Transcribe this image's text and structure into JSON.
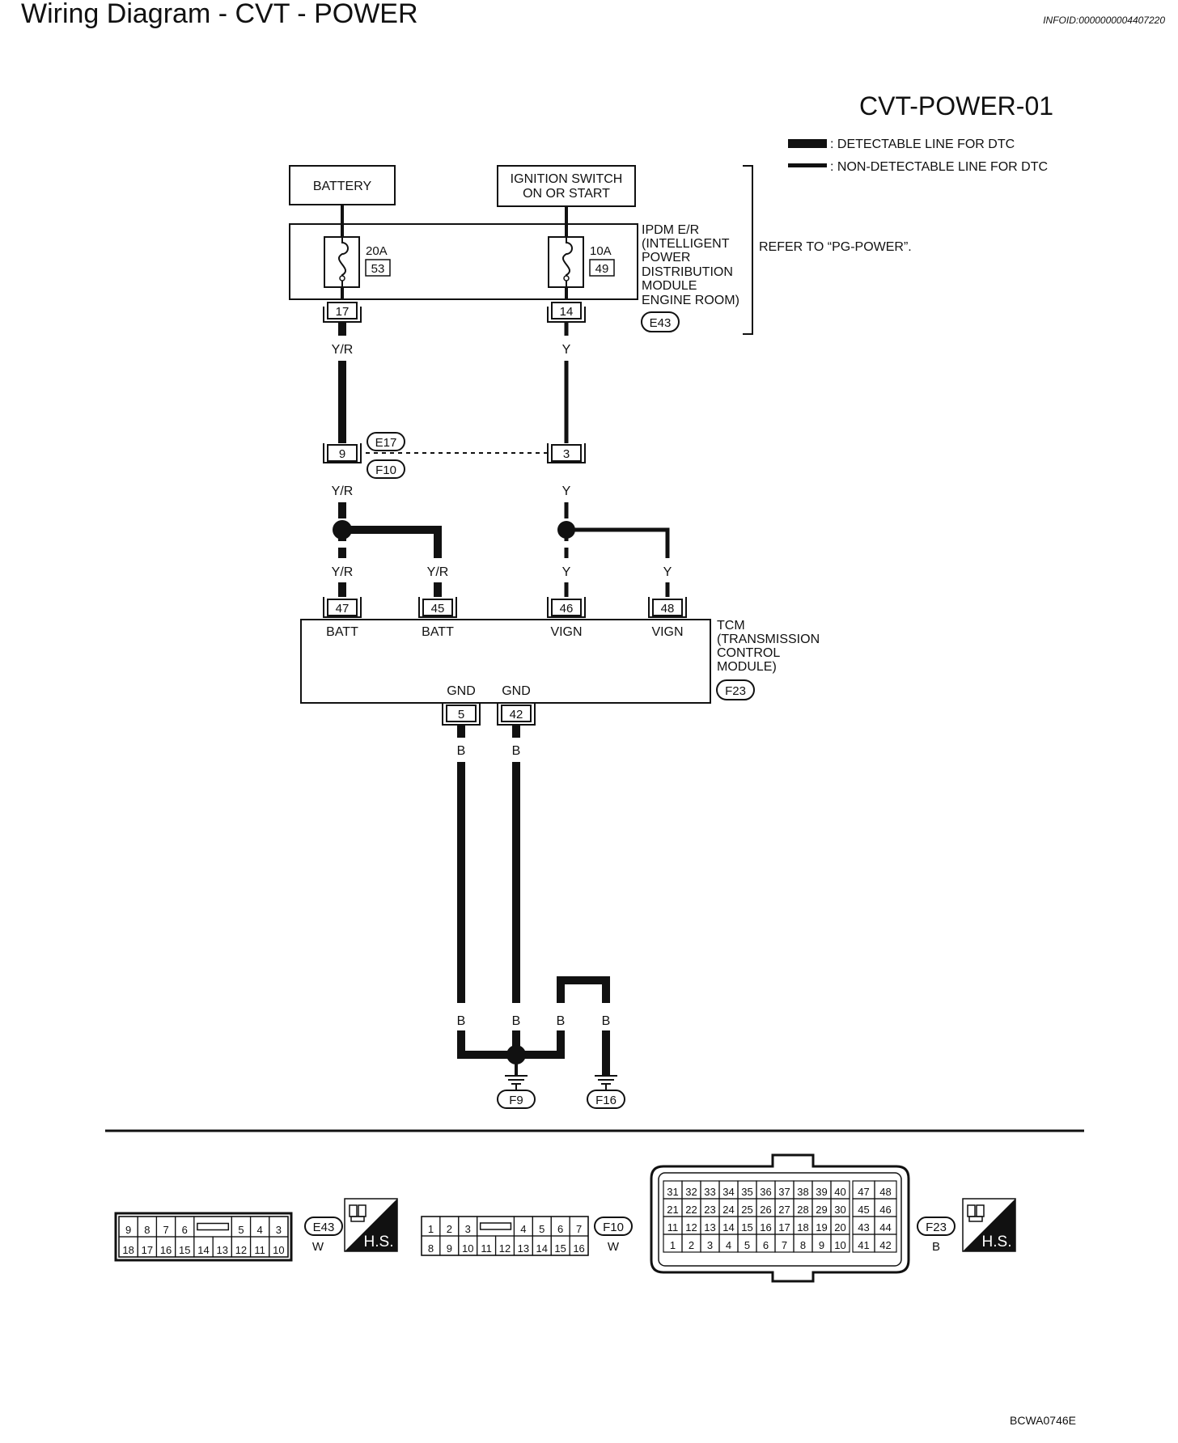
{
  "header": {
    "title": "Wiring Diagram - CVT - POWER",
    "info_id": "INFOID:0000000004407220"
  },
  "diagram": {
    "code": "CVT-POWER-01",
    "legend": {
      "detectable": ": DETECTABLE LINE FOR DTC",
      "non_detectable": ": NON-DETECTABLE LINE FOR DTC"
    },
    "battery": "BATTERY",
    "ignition": [
      "IGNITION SWITCH",
      "ON OR START"
    ],
    "fuse1": {
      "amp": "20A",
      "num": "53"
    },
    "fuse2": {
      "amp": "10A",
      "num": "49"
    },
    "ipdm_label": [
      "IPDM E/R",
      "(INTELLIGENT",
      "POWER",
      "DISTRIBUTION",
      "MODULE",
      "ENGINE ROOM)"
    ],
    "refer": "REFER TO “PG-POWER”.",
    "ipdm_conn": "E43",
    "ipdm_pins": [
      "17",
      "14"
    ],
    "wires": {
      "yr": "Y/R",
      "y": "Y",
      "b": "B"
    },
    "mid_pins": [
      "9",
      "3"
    ],
    "mid_conn": [
      "E17",
      "F10"
    ],
    "tcm_pins": [
      "47",
      "45",
      "46",
      "48"
    ],
    "tcm_terms": [
      "BATT",
      "BATT",
      "VIGN",
      "VIGN"
    ],
    "tcm_label": [
      "TCM",
      "(TRANSMISSION",
      "CONTROL",
      "MODULE)"
    ],
    "tcm_conn": "F23",
    "gnd_terms": [
      "GND",
      "GND"
    ],
    "gnd_pins": [
      "5",
      "42"
    ],
    "grounds": [
      "F9",
      "F16"
    ],
    "footer_code": "BCWA0746E"
  },
  "connectors": {
    "e43": {
      "top": [
        "9",
        "8",
        "7",
        "6",
        "",
        "5",
        "4",
        "3"
      ],
      "bottom": [
        "18",
        "17",
        "16",
        "15",
        "14",
        "13",
        "12",
        "11",
        "10"
      ],
      "id": "E43",
      "color": "W",
      "hs": "H.S."
    },
    "f10": {
      "top": [
        "1",
        "2",
        "3",
        "",
        "4",
        "5",
        "6",
        "7"
      ],
      "bottom": [
        "8",
        "9",
        "10",
        "11",
        "12",
        "13",
        "14",
        "15",
        "16"
      ],
      "id": "F10",
      "color": "W"
    },
    "f23": {
      "rows": [
        [
          "31",
          "32",
          "33",
          "34",
          "35",
          "36",
          "37",
          "38",
          "39",
          "40",
          "47",
          "48"
        ],
        [
          "21",
          "22",
          "23",
          "24",
          "25",
          "26",
          "27",
          "28",
          "29",
          "30",
          "45",
          "46"
        ],
        [
          "11",
          "12",
          "13",
          "14",
          "15",
          "16",
          "17",
          "18",
          "19",
          "20",
          "43",
          "44"
        ],
        [
          "1",
          "2",
          "3",
          "4",
          "5",
          "6",
          "7",
          "8",
          "9",
          "10",
          "41",
          "42"
        ]
      ],
      "id": "F23",
      "color": "B",
      "hs": "H.S."
    }
  }
}
